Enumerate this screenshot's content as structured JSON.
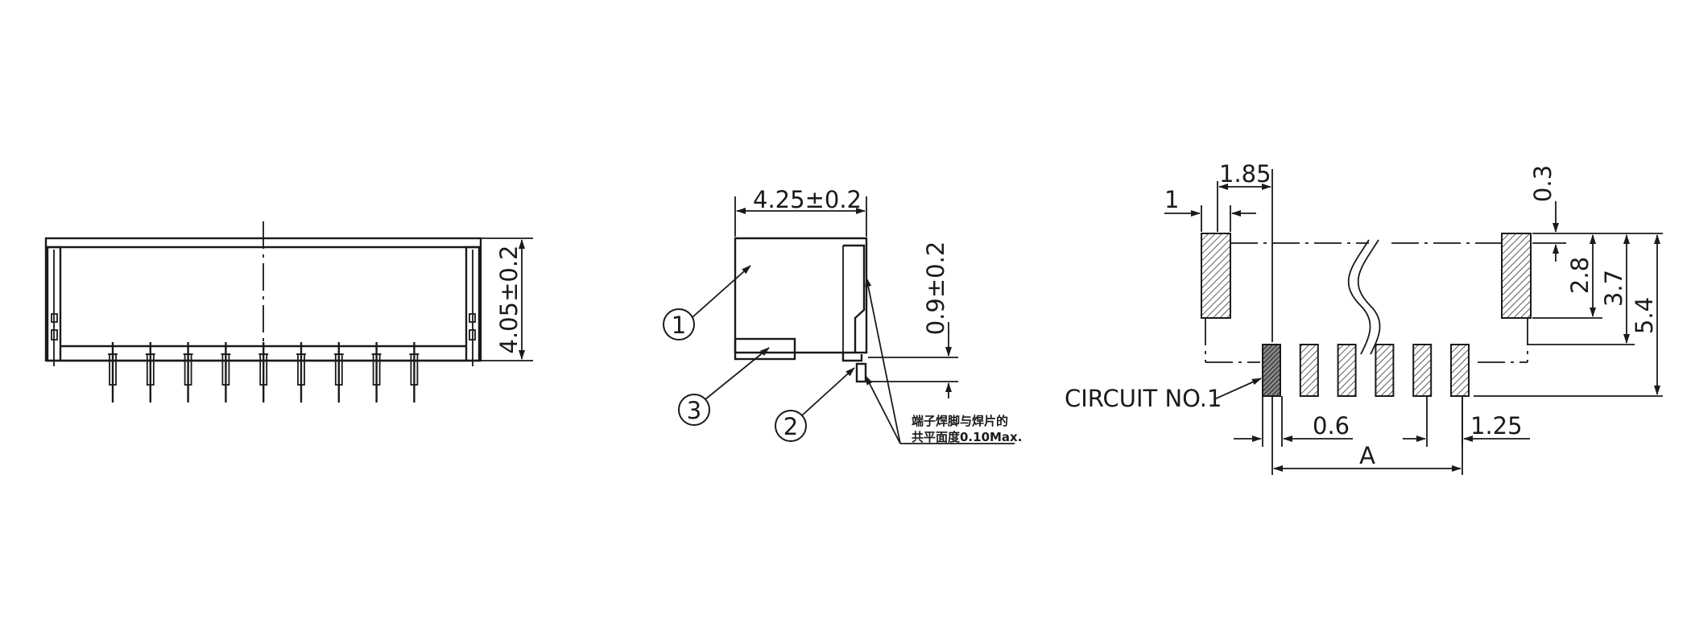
{
  "front_view": {
    "height_dim": "4.05±0.2"
  },
  "side_view": {
    "width_dim": "4.25±0.2",
    "gap_dim": "0.9±0.2",
    "callout_1": "1",
    "callout_2": "2",
    "callout_3": "3",
    "note_line1": "端子焊脚与焊片的",
    "note_line2": "共平面度0.10Max."
  },
  "footprint": {
    "dim_1": "1",
    "dim_1_85": "1.85",
    "dim_0_3": "0.3",
    "dim_2_8": "2.8",
    "dim_3_7": "3.7",
    "dim_5_4": "5.4",
    "dim_0_6": "0.6",
    "dim_1_25": "1.25",
    "dim_a": "A",
    "circuit_label": "CIRCUIT  NO.1"
  }
}
